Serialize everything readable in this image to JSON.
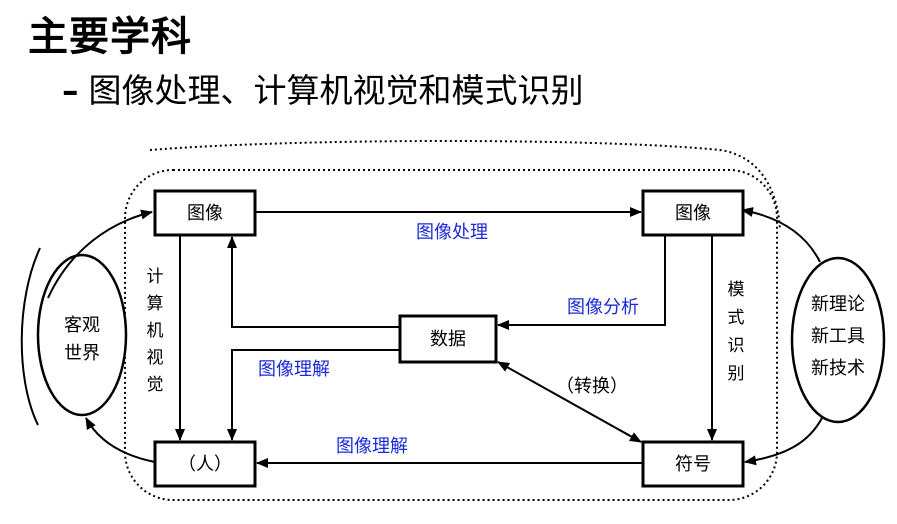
{
  "title": "主要学科",
  "subtitle": {
    "dash": "–",
    "text": "图像处理、计算机视觉和模式识别"
  },
  "diagram": {
    "box_image_left": "图像",
    "box_image_right": "图像",
    "box_data": "数据",
    "box_person": "（人）",
    "box_symbol": "符号",
    "label_image_processing": "图像处理",
    "label_image_analysis": "图像分析",
    "label_image_understanding_mid": "图像理解",
    "label_image_understanding_bottom": "图像理解",
    "label_convert": "（转换）",
    "cv_chars": [
      "计",
      "算",
      "机",
      "视",
      "觉"
    ],
    "pr_chars": [
      "模",
      "式",
      "识",
      "别"
    ],
    "world_chars": [
      "客观",
      "世界"
    ],
    "tech_chars": [
      "新理论",
      "新工具",
      "新技术"
    ]
  }
}
